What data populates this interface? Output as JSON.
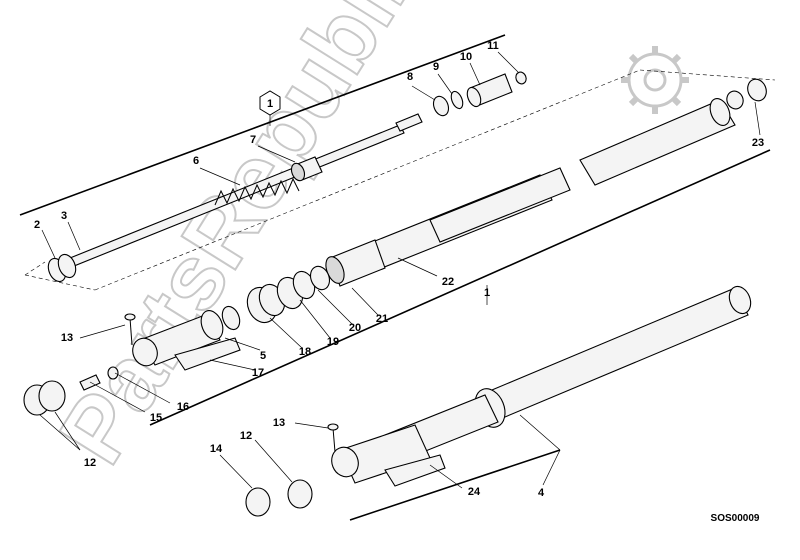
{
  "watermark": {
    "text": "PartsRepublik"
  },
  "drawing_code": "SOS00009",
  "callouts": [
    {
      "id": "c1",
      "text": "1"
    },
    {
      "id": "c2",
      "text": "2"
    },
    {
      "id": "c3",
      "text": "3"
    },
    {
      "id": "c4",
      "text": "4"
    },
    {
      "id": "c5",
      "text": "5"
    },
    {
      "id": "c6",
      "text": "6"
    },
    {
      "id": "c7",
      "text": "7"
    },
    {
      "id": "c8",
      "text": "8"
    },
    {
      "id": "c9",
      "text": "9"
    },
    {
      "id": "c10",
      "text": "10"
    },
    {
      "id": "c11",
      "text": "11"
    },
    {
      "id": "c12a",
      "text": "12"
    },
    {
      "id": "c12b",
      "text": "12"
    },
    {
      "id": "c13a",
      "text": "13"
    },
    {
      "id": "c13b",
      "text": "13"
    },
    {
      "id": "c14",
      "text": "14"
    },
    {
      "id": "c15",
      "text": "15"
    },
    {
      "id": "c16",
      "text": "16"
    },
    {
      "id": "c17",
      "text": "17"
    },
    {
      "id": "c18",
      "text": "18"
    },
    {
      "id": "c19",
      "text": "19"
    },
    {
      "id": "c20",
      "text": "20"
    },
    {
      "id": "c21",
      "text": "21"
    },
    {
      "id": "c22",
      "text": "22"
    },
    {
      "id": "c23",
      "text": "23"
    },
    {
      "id": "c24",
      "text": "24"
    }
  ],
  "group_marker": {
    "text": "1"
  },
  "gear_icon": "gear-icon"
}
